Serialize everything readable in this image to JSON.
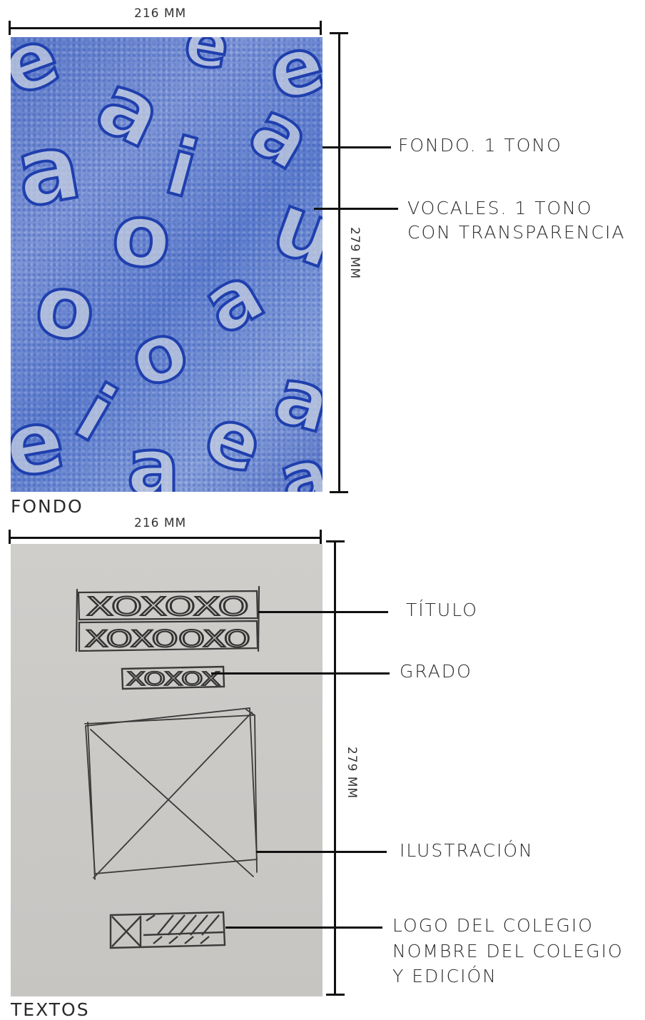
{
  "top": {
    "width_label": "216 MM",
    "height_label": "279 MM",
    "caption": "FONDO",
    "annotations": {
      "fondo": "FONDO. 1 TONO",
      "vocales_line1": "VOCALES. 1 TONO",
      "vocales_line2": "CON TRANSPARENCIA"
    },
    "pattern_letters": [
      "e",
      "a",
      "e",
      "e",
      "a",
      "i",
      "a",
      "o",
      "a",
      "u",
      "o",
      "o",
      "a",
      "i",
      "e",
      "e",
      "a",
      "a"
    ]
  },
  "bottom": {
    "width_label": "216 MM",
    "height_label": "279 MM",
    "caption": "TEXTOS",
    "annotations": {
      "titulo": "TÍTULO",
      "grado": "GRADO",
      "ilustracion": "ILUSTRACIÓN",
      "logo_line1": "LOGO DEL COLEGIO",
      "logo_line2": "NOMBRE DEL COLEGIO",
      "logo_line3": "Y EDICIÓN"
    },
    "sketch_text": {
      "title_line1": "XOXOXO",
      "title_line2": "XOXOOXO",
      "grade": "XOXOX"
    }
  }
}
